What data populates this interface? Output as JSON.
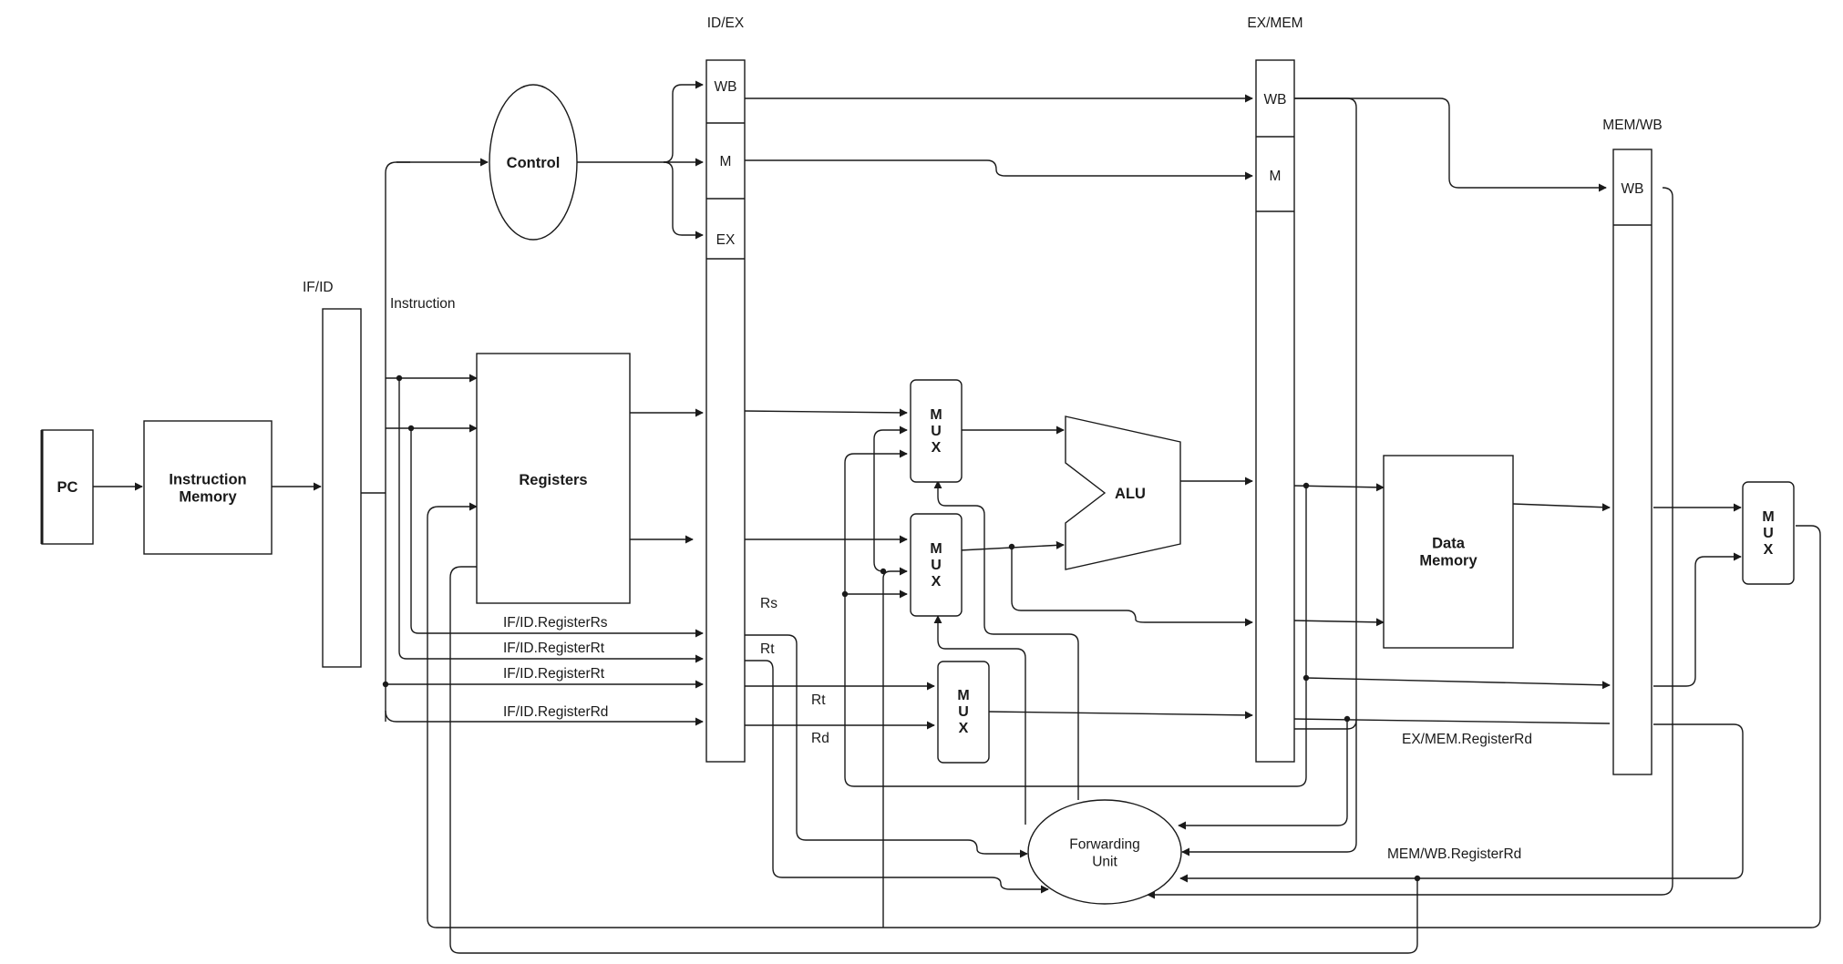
{
  "labels": {
    "pc": "PC",
    "instruction_memory": "Instruction Memory",
    "if_id": "IF/ID",
    "instruction": "Instruction",
    "control": "Control",
    "registers": "Registers",
    "id_ex": "ID/EX",
    "ex_mem": "EX/MEM",
    "mem_wb": "MEM/WB",
    "wb": "WB",
    "m": "M",
    "ex": "EX",
    "mux": "MUX",
    "alu": "ALU",
    "data_memory": "Data Memory",
    "forwarding_unit": "Forwarding Unit",
    "if_id_register_rs": "IF/ID.RegisterRs",
    "if_id_register_rt_a": "IF/ID.RegisterRt",
    "if_id_register_rt_b": "IF/ID.RegisterRt",
    "if_id_register_rd": "IF/ID.RegisterRd",
    "rs": "Rs",
    "rt_a": "Rt",
    "rt_b": "Rt",
    "rd": "Rd",
    "ex_mem_register_rd": "EX/MEM.RegisterRd",
    "mem_wb_register_rd": "MEM/WB.RegisterRd"
  }
}
